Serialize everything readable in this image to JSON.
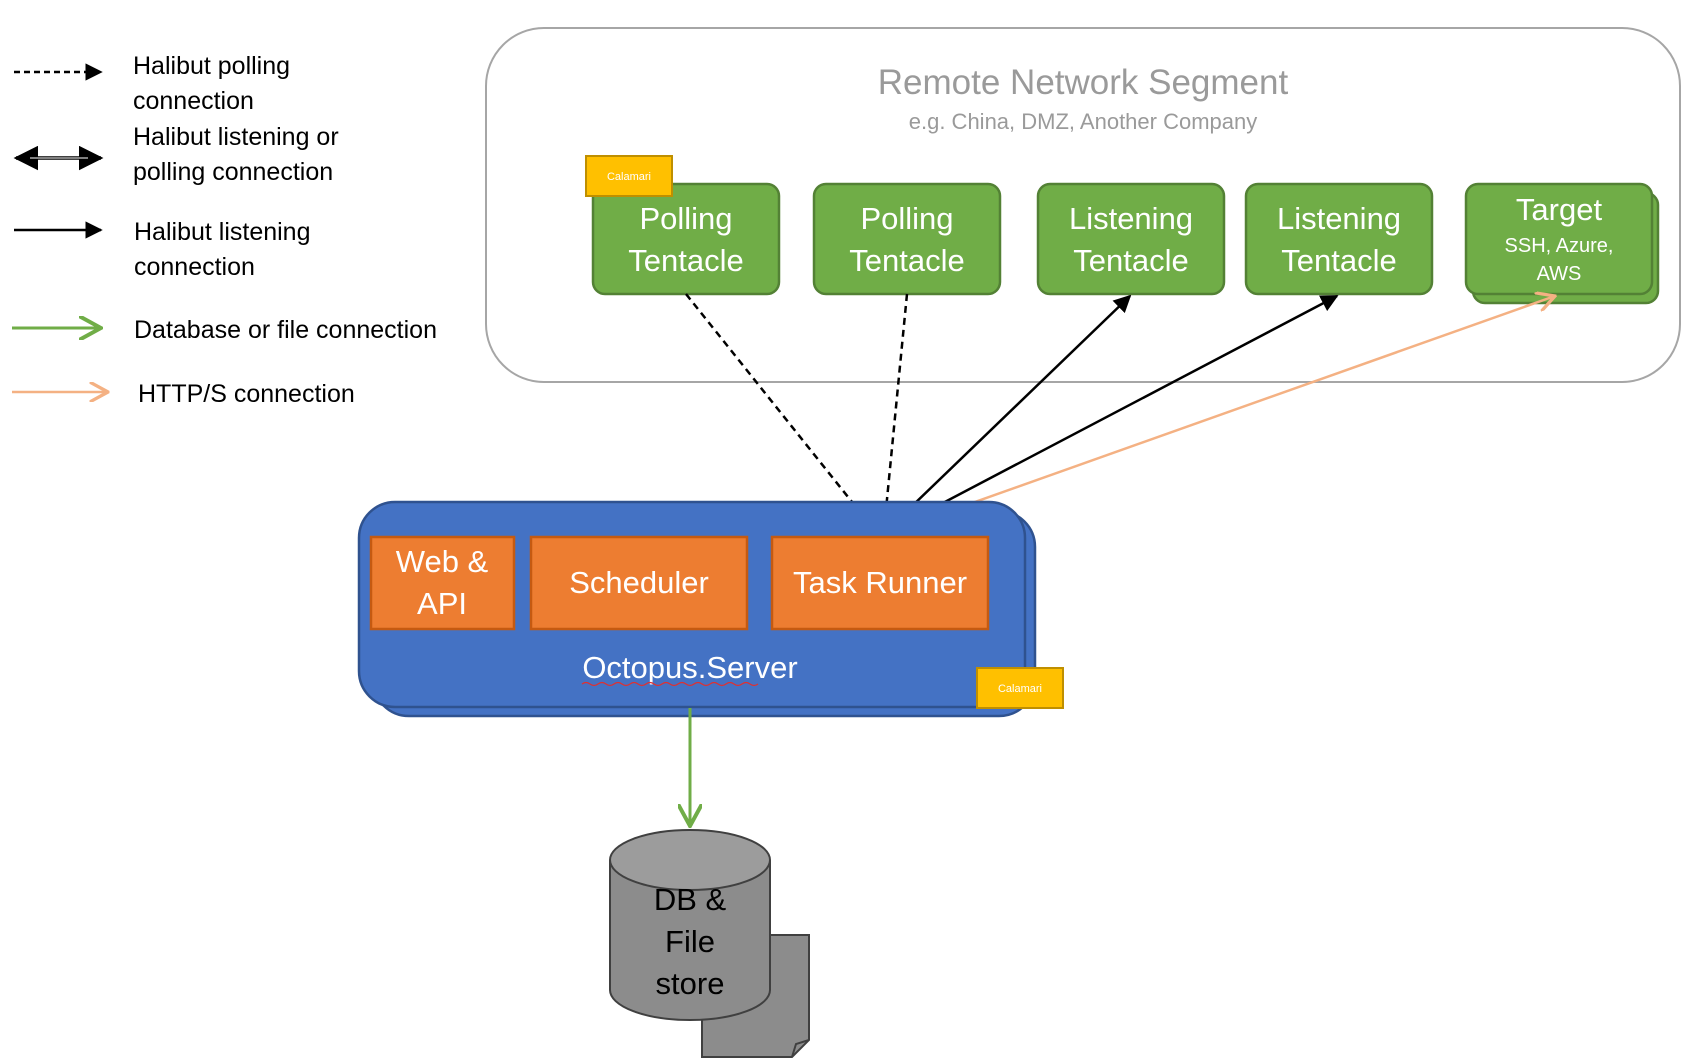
{
  "legend": {
    "polling": [
      "Halibut polling",
      "connection"
    ],
    "listening_or_polling": [
      "Halibut listening or",
      "polling connection"
    ],
    "listening": [
      "Halibut listening",
      "connection"
    ],
    "database": "Database or file connection",
    "https": "HTTP/S connection"
  },
  "segment": {
    "title": "Remote Network Segment",
    "subtitle": "e.g. China, DMZ, Another Company"
  },
  "tentacles": [
    {
      "line1": "Polling",
      "line2": "Tentacle"
    },
    {
      "line1": "Polling",
      "line2": "Tentacle"
    },
    {
      "line1": "Listening",
      "line2": "Tentacle"
    },
    {
      "line1": "Listening",
      "line2": "Tentacle"
    }
  ],
  "target": {
    "title": "Target",
    "line1": "SSH, Azure,",
    "line2": "AWS"
  },
  "calamari_label": "Calamari",
  "server": {
    "label": "Octopus.Server",
    "web_api": [
      "Web &",
      "API"
    ],
    "scheduler": "Scheduler",
    "task_runner": "Task Runner"
  },
  "db": [
    "DB &",
    "File",
    "store"
  ],
  "colors": {
    "tentacle_green": "#70ad47",
    "server_blue": "#4472c4",
    "component_orange": "#ed7d31",
    "calamari_yellow": "#ffc000",
    "http_orange": "#f4b183",
    "db_gray": "#8c8c8c",
    "segment_text": "#9a9a9a"
  }
}
